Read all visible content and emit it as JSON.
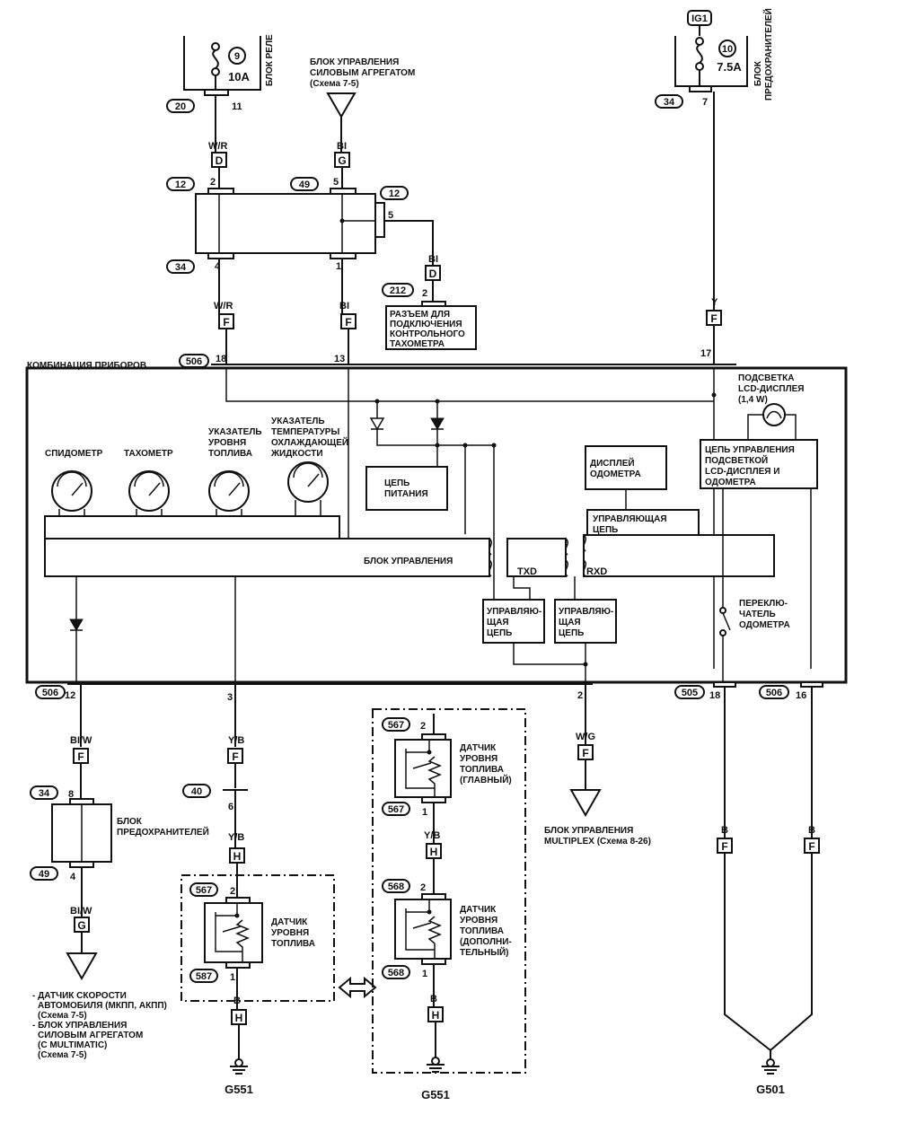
{
  "top": {
    "relay_block_fuse_no": "9",
    "relay_block_fuse_rating": "10A",
    "relay_block_label": "БЛОК РЕЛЕ",
    "relay_conn": "20",
    "relay_pin": "11",
    "pcm_ref": "БЛОК УПРАВЛЕНИЯ СИЛОВЫМ АГРЕГАТОМ (Схема 7-5)",
    "pcm_ref_l1": "БЛОК УПРАВЛЕНИЯ",
    "pcm_ref_l2": "СИЛОВЫМ АГРЕГАТОМ",
    "pcm_ref_l3": "(Схема 7-5)",
    "fuse_box_ig": "IG1",
    "fuse_box_fuse_no": "10",
    "fuse_box_rating": "7.5A",
    "fuse_box_label_l1": "БЛОК",
    "fuse_box_label_l2": "ПРЕДОХРАНИТЕЛЕЙ",
    "fuse_box_conn": "34",
    "fuse_box_pin": "7"
  },
  "wires": {
    "wr": "W/R",
    "bl": "BI",
    "y": "Y",
    "blw": "BI/W",
    "yb": "Y/B",
    "wg": "W/G",
    "b": "B"
  },
  "letters": {
    "D": "D",
    "G": "G",
    "F": "F",
    "H": "H"
  },
  "junction": {
    "conn_12a": "12",
    "pin_2": "2",
    "conn_49": "49",
    "pin_5": "5",
    "conn_12b": "12",
    "pin_5b": "5",
    "conn_34": "34",
    "pin_4": "4",
    "pin_1": "1"
  },
  "tach": {
    "conn": "212",
    "pin": "2",
    "l1": "РАЗЪЕМ ДЛЯ",
    "l2": "ПОДКЛЮЧЕНИЯ",
    "l3": "КОНТРОЛЬНОГО",
    "l4": "ТАХОМЕТРА"
  },
  "cluster": {
    "title": "КОМБИНАЦИЯ ПРИБОРОВ",
    "conn_top": "506",
    "pin_18": "18",
    "pin_13": "13",
    "pin_17": "17",
    "speedo": "СПИДОМЕТР",
    "tacho": "ТАХОМЕТР",
    "fuel_l1": "УКАЗАТЕЛЬ",
    "fuel_l2": "УРОВНЯ",
    "fuel_l3": "ТОПЛИВА",
    "temp_l1": "УКАЗАТЕЛЬ",
    "temp_l2": "ТЕМПЕРАТУРЫ",
    "temp_l3": "ОХЛАЖДАЮЩЕЙ",
    "temp_l4": "ЖИДКОСТИ",
    "power_l1": "ЦЕПЬ",
    "power_l2": "ПИТАНИЯ",
    "odo_l1": "ДИСПЛЕЙ",
    "odo_l2": "ОДОМЕТРА",
    "ctrl_l1": "УПРАВЛЯЮЩАЯ",
    "ctrl_l2": "ЦЕПЬ",
    "backlight_l1": "ПОДСВЕТКА",
    "backlight_l2": "LCD-ДИСПЛЕЯ",
    "backlight_l3": "(1,4 W)",
    "lcdctrl_l1": "ЦЕПЬ УПРАВЛЕНИЯ",
    "lcdctrl_l2": "ПОДСВЕТКОЙ",
    "lcdctrl_l3": "LCD-ДИСПЛЕЯ И",
    "lcdctrl_l4": "ОДОМЕТРА",
    "main_ctrl": "БЛОК УПРАВЛЕНИЯ",
    "txd": "TXD",
    "rxd": "RXD",
    "uc_l1": "УПРАВЛЯЮ-",
    "uc_l2": "ЩАЯ",
    "uc_l3": "ЦЕПЬ",
    "switch_l1": "ПЕРЕКЛЮ-",
    "switch_l2": "ЧАТЕЛЬ",
    "switch_l3": "ОДОМЕТРА",
    "conn_bot": "506",
    "pin_12": "12",
    "pin_3": "3",
    "pin_2": "2",
    "conn_505": "505",
    "pin_18b": "18",
    "conn_506b": "506",
    "pin_16": "16"
  },
  "bottom_left": {
    "conn_34": "34",
    "pin_8": "8",
    "conn_49": "49",
    "pin_4": "4",
    "label_l1": "БЛОК",
    "label_l2": "ПРЕДОХРАНИТЕЛЕЙ",
    "ref_l1": "- ДАТЧИК СКОРОСТИ",
    "ref_l2": "АВТОМОБИЛЯ (МКПП, АКПП)",
    "ref_l3": "(Схема 7-5)",
    "ref_l4": "- БЛОК УПРАВЛЕНИЯ",
    "ref_l5": "СИЛОВЫМ АГРЕГАТОМ",
    "ref_l6": "(С MULTIMATIC)",
    "ref_l7": "(Схема 7-5)"
  },
  "fuel_single": {
    "conn_40": "40",
    "pin_6": "6",
    "conn_567": "567",
    "pin_2": "2",
    "conn_587": "587",
    "pin_1": "1",
    "l1": "ДАТЧИК",
    "l2": "УРОВНЯ",
    "l3": "ТОПЛИВА",
    "ground": "G551"
  },
  "fuel_dual": {
    "main_conn": "567",
    "main_pin2": "2",
    "main_conn_b": "567",
    "main_pin1": "1",
    "main_l1": "ДАТЧИК",
    "main_l2": "УРОВНЯ",
    "main_l3": "ТОПЛИВА",
    "main_l4": "(ГЛАВНЫЙ)",
    "sub_conn": "568",
    "sub_pin2": "2",
    "sub_conn_b": "568",
    "sub_pin1": "1",
    "sub_l1": "ДАТЧИК",
    "sub_l2": "УРОВНЯ",
    "sub_l3": "ТОПЛИВА",
    "sub_l4": "(ДОПОЛНИ-",
    "sub_l5": "ТЕЛЬНЫЙ)",
    "ground": "G551"
  },
  "multiplex": {
    "l1": "БЛОК УПРАВЛЕНИЯ",
    "l2": "MULTIPLEX (Схема 8-26)"
  },
  "right_ground": "G501"
}
